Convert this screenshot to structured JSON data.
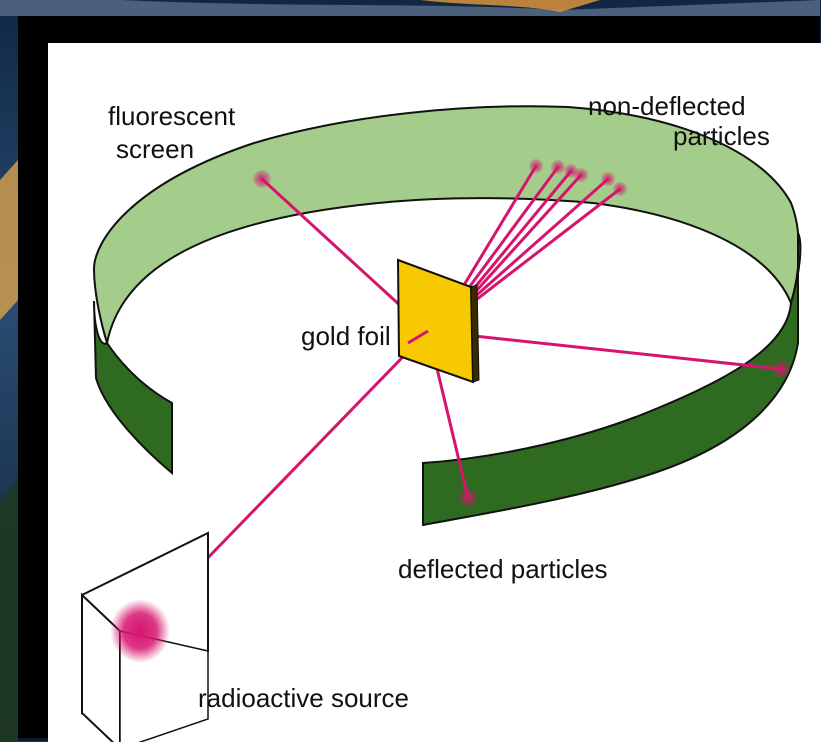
{
  "diagram": {
    "labels": {
      "fluorescent_line1": "fluorescent",
      "fluorescent_line2": "screen",
      "non_deflected_line1": "non-deflected",
      "non_deflected_line2": "particles",
      "gold_foil": "gold foil",
      "deflected": "deflected particles",
      "source": "radioactive source"
    },
    "colors": {
      "screen_inner": "#a4cc8a",
      "screen_outer": "#2e6a1f",
      "beam": "#d6146e",
      "gold": "#f7c900",
      "frame": "#000000",
      "background": "#1b3550"
    }
  }
}
